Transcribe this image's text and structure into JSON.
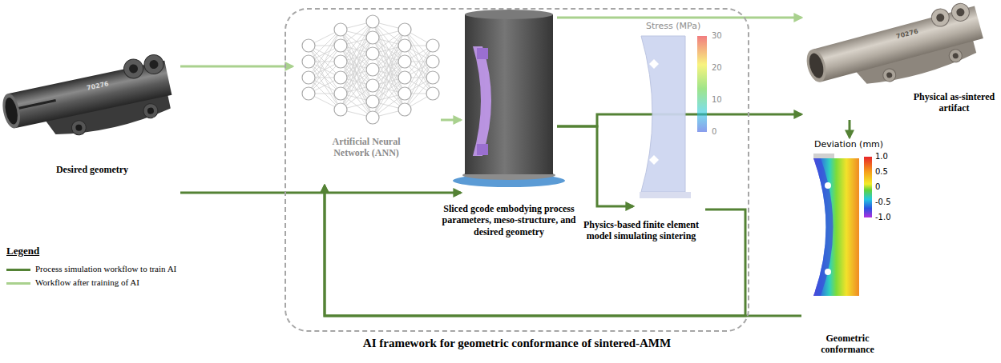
{
  "diagram": {
    "nodes": [
      {
        "text": [
          "Desired geometry"
        ]
      },
      {
        "text": [
          "AI framework for geometric conformance of sintered-AMM"
        ]
      },
      {
        "text": [
          "Artificial Neural Network (ANN)"
        ],
        "in": 1
      },
      {
        "text": [
          "Sliced gcode embodying process parameters, meso-structure, and desired geometry"
        ],
        "in": 1
      },
      {
        "text": [
          "Physics-based finite element model simulating sintering"
        ],
        "in": 1
      },
      {
        "text": [
          "Physical as-sintered artifact"
        ]
      },
      {
        "text": [
          "Geometric conformance"
        ]
      }
    ],
    "edges": [
      {
        "from": 0,
        "to": 2,
        "arrow": "to"
      },
      {
        "from": 2,
        "to": 3,
        "arrow": "to"
      },
      {
        "from": 3,
        "to": 5,
        "arrow": "to"
      },
      {
        "from": 0,
        "to": 3,
        "arrow": "to"
      },
      {
        "from": 3,
        "to": 5,
        "arrow": "to"
      },
      {
        "from": 3,
        "to": 4,
        "arrow": "to"
      },
      {
        "from": 5,
        "to": 6,
        "arrow": "to"
      },
      {
        "from": 4,
        "to": 2,
        "arrow": "to"
      },
      {
        "from": 6,
        "to": 2,
        "arrow": "to"
      }
    ],
    "labels": [
      "70276",
      "Stress (MPa)",
      "30",
      "20",
      "10",
      "0",
      "70276",
      "Deviation (mm)",
      "1.0",
      "0.5",
      "0",
      "-0.5",
      "-1.0",
      "Legend"
    ],
    "legend": [
      {
        "text": "Process simulation workflow to train AI",
        "color": "#548235"
      },
      {
        "text": "Workflow after training of AI",
        "color": "#a9d18e"
      }
    ]
  }
}
